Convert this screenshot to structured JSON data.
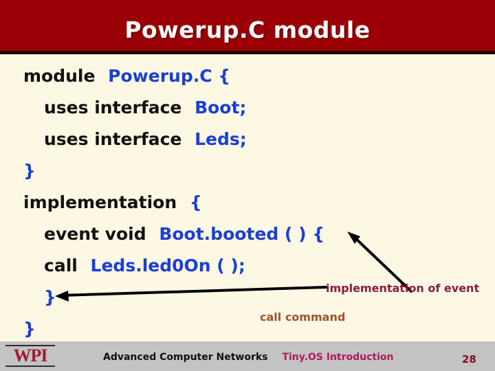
{
  "slide": {
    "title": "Powerup.C module",
    "header_color": "#9c0007",
    "background_color": "#fdf8e3"
  },
  "code": {
    "keyword_color": "#111111",
    "identifier_color": "#1a3fd4",
    "lines": [
      {
        "indent": 0,
        "black": "module",
        "blue": "Powerup.C {"
      },
      {
        "indent": 1,
        "black": "uses interface",
        "blue": "Boot;"
      },
      {
        "indent": 1,
        "black": "uses interface",
        "blue": "Leds;"
      },
      {
        "indent": 0,
        "black": "",
        "blue": "}"
      },
      {
        "indent": 0,
        "black": "implementation",
        "blue": "{"
      },
      {
        "indent": 1,
        "black": "event void",
        "blue": "Boot.booted ( ) {"
      },
      {
        "indent": 1,
        "black": "call",
        "blue": "Leds.led0On ( );"
      },
      {
        "indent": 1,
        "black": "",
        "blue": "}"
      },
      {
        "indent": 0,
        "black": "",
        "blue": "}"
      }
    ]
  },
  "annotations": {
    "implementation_of_event": {
      "text": "implementation of event",
      "color": "#8e1a43"
    },
    "call_command": {
      "text": "call command",
      "color": "#a0522d"
    }
  },
  "footer": {
    "logo": "WPI",
    "logo_color": "#9e1b32",
    "course": "Advanced Computer Networks",
    "topic": "Tiny.OS Introduction",
    "page_number": "28"
  }
}
